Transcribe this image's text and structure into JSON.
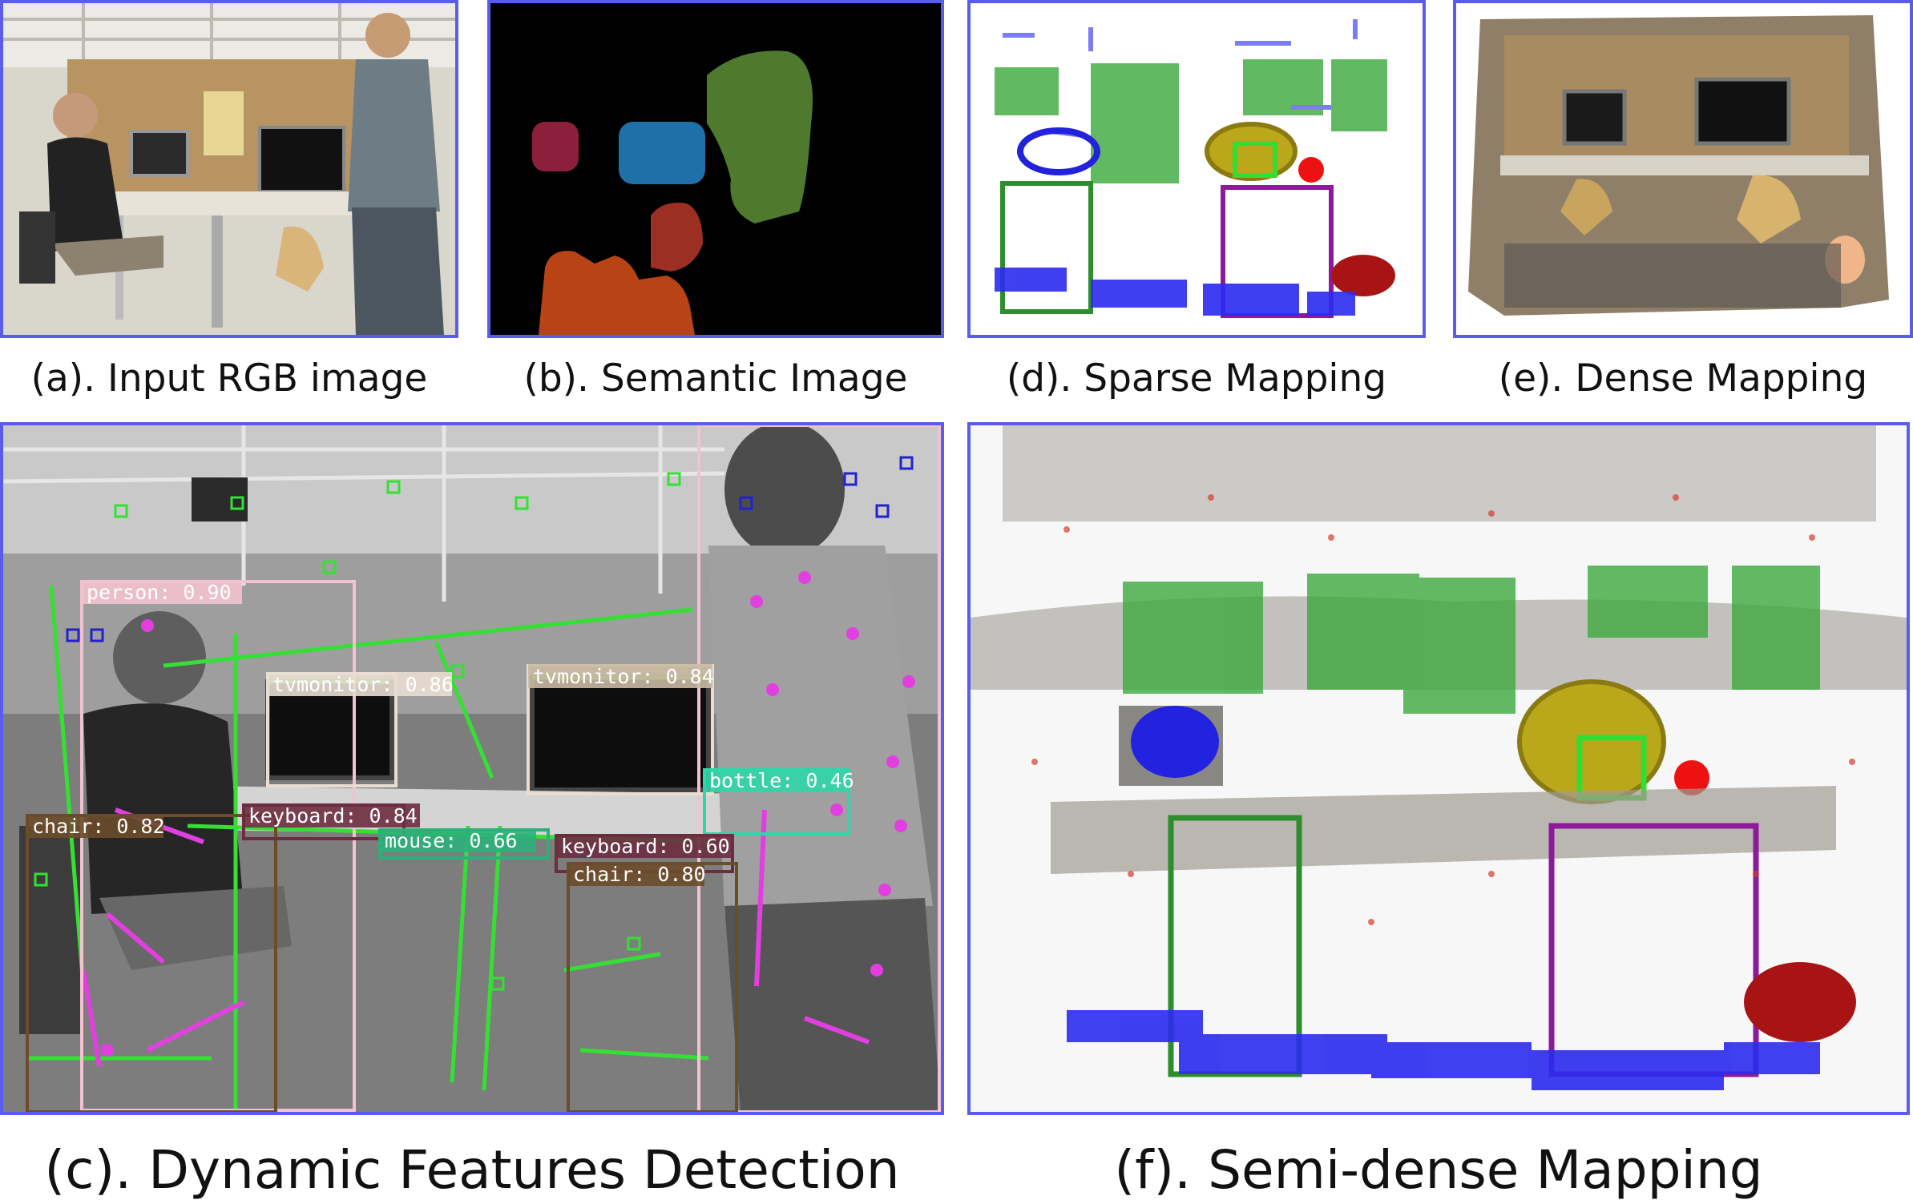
{
  "captions": {
    "a": "(a). Input RGB image",
    "b": "(b). Semantic Image",
    "c": "(c). Dynamic Features Detection",
    "d": "(d). Sparse Mapping",
    "e": "(e). Dense Mapping",
    "f": "(f). Semi-dense Mapping"
  },
  "detections": [
    {
      "label": "person: 0.90"
    },
    {
      "label": "tvmonitor: 0.86"
    },
    {
      "label": "tvmonitor: 0.84"
    },
    {
      "label": "bottle: 0.46"
    },
    {
      "label": "chair: 0.82"
    },
    {
      "label": "keyboard: 0.84"
    },
    {
      "label": "mouse: 0.66"
    },
    {
      "label": "keyboard: 0.60"
    },
    {
      "label": "chair: 0.80"
    }
  ],
  "colors": {
    "frame": "#5a5cf0",
    "feature_green": "#35e035",
    "dynamic_magenta": "#e23fe0",
    "plane_green": "#3aa83a",
    "floor_blue": "#2b2bf0"
  }
}
